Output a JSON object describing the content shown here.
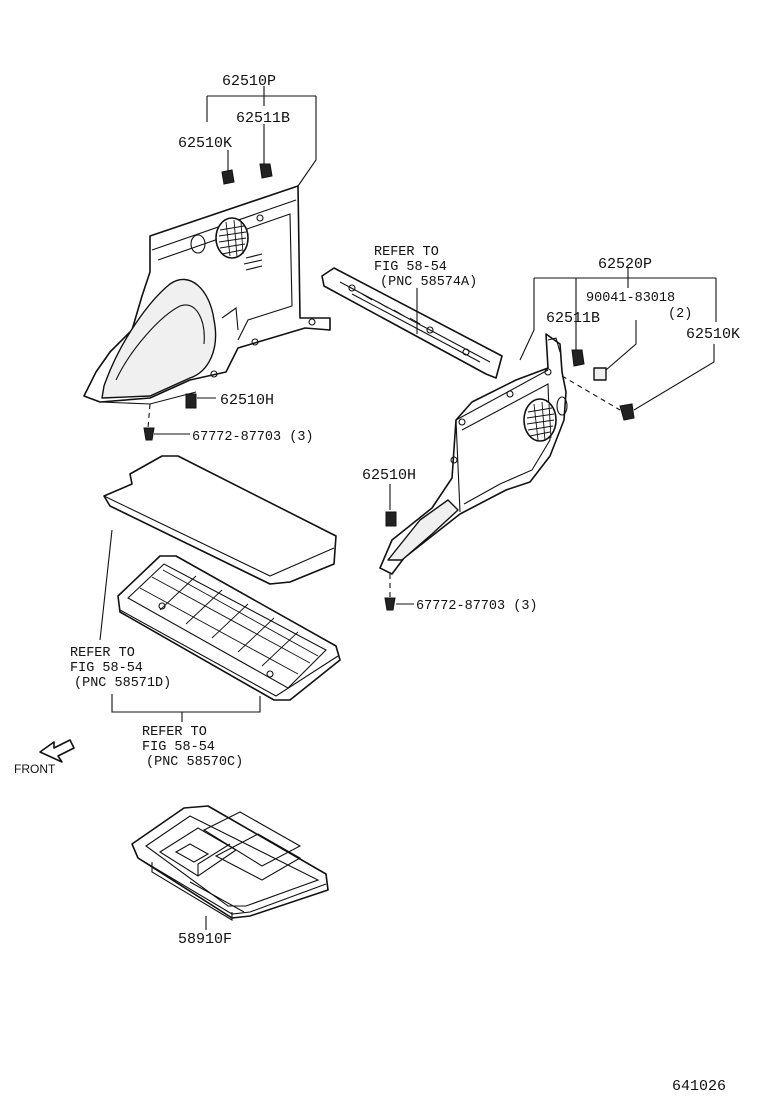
{
  "labels": {
    "p62510P": "62510P",
    "p62511B_left": "62511B",
    "p62510K_left": "62510K",
    "p62510H_left": "62510H",
    "p67772_left": "67772-87703 (3)",
    "refer_center_1": "REFER TO",
    "refer_center_2": "FIG 58-54",
    "refer_center_3": "(PNC 58574A)",
    "p62520P": "62520P",
    "p90041": "90041-83018",
    "p90041_qty": "(2)",
    "p62511B_right": "62511B",
    "p62510K_right": "62510K",
    "p62510H_right": "62510H",
    "p67772_right": "67772-87703 (3)",
    "refer_left_1": "REFER TO",
    "refer_left_2": "FIG 58-54",
    "refer_left_3": "(PNC 58571D)",
    "refer_bottom_1": "REFER TO",
    "refer_bottom_2": "FIG 58-54",
    "refer_bottom_3": "(PNC 58570C)",
    "front": "FRONT",
    "p58910F": "58910F",
    "diagram_no": "641026"
  }
}
